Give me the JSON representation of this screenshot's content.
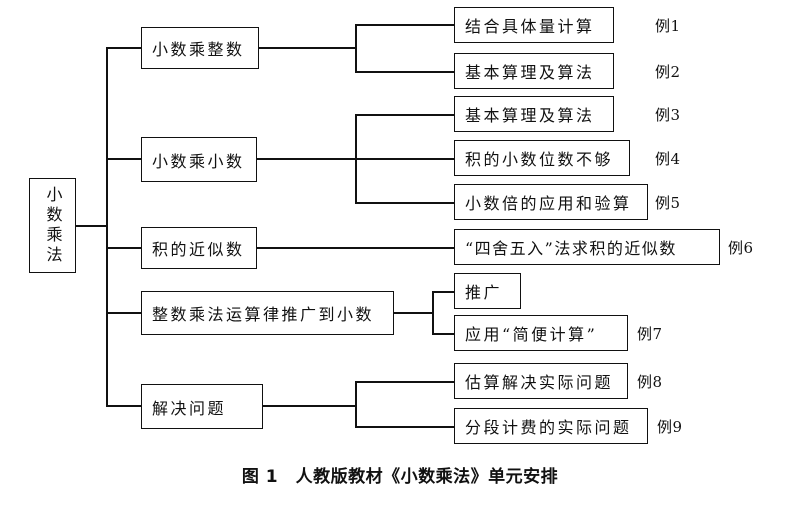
{
  "root": "小数乘法",
  "branches": [
    {
      "label": "小数乘整数",
      "children": [
        {
          "label": "结合具体量计算",
          "example": "例1"
        },
        {
          "label": "基本算理及算法",
          "example": "例2"
        }
      ]
    },
    {
      "label": "小数乘小数",
      "children": [
        {
          "label": "基本算理及算法",
          "example": "例3"
        },
        {
          "label": "积的小数位数不够",
          "example": "例4"
        },
        {
          "label": "小数倍的应用和验算",
          "example": "例5"
        }
      ]
    },
    {
      "label": "积的近似数",
      "children": [
        {
          "label": "“四舍五入”法求积的近似数",
          "example": "例6"
        }
      ]
    },
    {
      "label": "整数乘法运算律推广到小数",
      "children": [
        {
          "label": "推广",
          "example": ""
        },
        {
          "label": "应用“简便计算”",
          "example": "例7"
        }
      ]
    },
    {
      "label": "解决问题",
      "children": [
        {
          "label": "估算解决实际问题",
          "example": "例8"
        },
        {
          "label": "分段计费的实际问题",
          "example": "例9"
        }
      ]
    }
  ],
  "caption": "图 1　人教版教材《小数乘法》单元安排"
}
